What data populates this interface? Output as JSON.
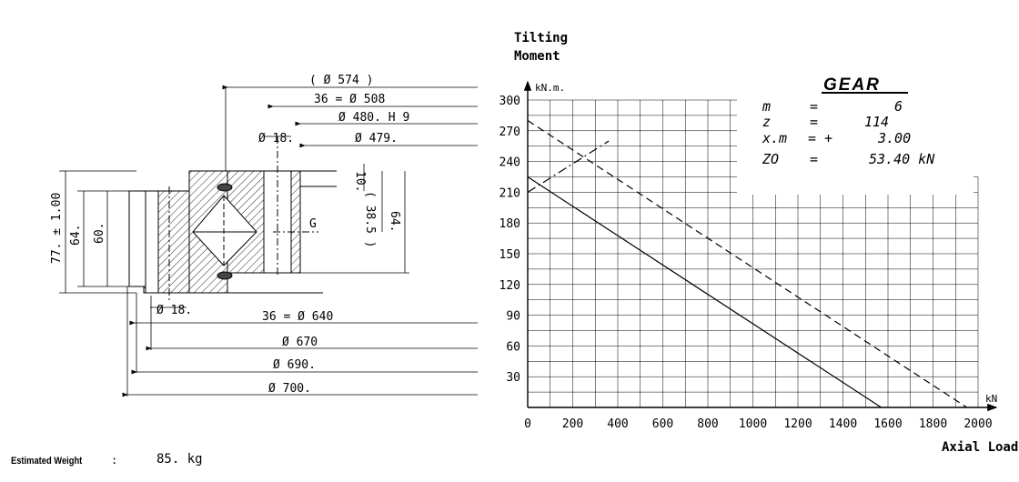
{
  "drawing": {
    "dims": {
      "d574": "( Ø 574 )",
      "d508": "36 =   Ø 508",
      "d480": "Ø 480. H 9",
      "d479": "Ø 479.",
      "d18top": "Ø 18.",
      "d10": "10.",
      "d38_5": "( 38.5 )",
      "d64r": "64.",
      "d77": "77.  ± 1.00",
      "d64l": "64.",
      "d60": "60.",
      "g": "G",
      "d18bot": "Ø 18.",
      "d640": "36 =    Ø 640",
      "d670": "Ø 670",
      "d690": "Ø 690.",
      "d700": "Ø 700."
    }
  },
  "gear": {
    "title": "GEAR",
    "rows": [
      {
        "k": "m",
        "eq": "=",
        "v": "6"
      },
      {
        "k": "z",
        "eq": "=",
        "v": "114"
      },
      {
        "k": "x.m",
        "eq": "= +",
        "v": "3.00"
      },
      {
        "k": "ZO",
        "eq": "=",
        "v": "53.40  kN"
      }
    ]
  },
  "footer": {
    "label": "Estimated Weight",
    "sep": ":",
    "value": "85. kg"
  },
  "chart_data": {
    "type": "line",
    "title": "",
    "ylabel": "Tilting Moment",
    "yunit": "kN.m.",
    "xlabel": "Axial Load",
    "xunit": "kN",
    "xlim": [
      0,
      2000
    ],
    "ylim": [
      0,
      300
    ],
    "x_ticks": [
      "0",
      "200",
      "400",
      "600",
      "800",
      "1000",
      "1200",
      "1400",
      "1600",
      "1800",
      "2000"
    ],
    "y_ticks": [
      "30",
      "60",
      "90",
      "120",
      "150",
      "180",
      "210",
      "240",
      "270",
      "300"
    ],
    "grid": true,
    "series": [
      {
        "style": "solid",
        "points": [
          [
            0,
            225
          ],
          [
            1570,
            0
          ]
        ]
      },
      {
        "style": "dashed",
        "points": [
          [
            0,
            280
          ],
          [
            1950,
            0
          ]
        ]
      },
      {
        "style": "dashdot",
        "points": [
          [
            0,
            210
          ],
          [
            360,
            260
          ]
        ]
      }
    ]
  }
}
